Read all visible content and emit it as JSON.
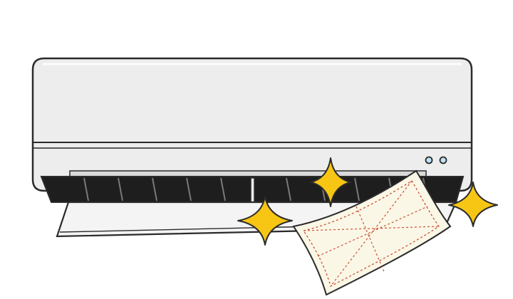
{
  "illustration": {
    "subject": "air-conditioner-cleaning",
    "colors": {
      "background": "#ffffff",
      "unit_body": "#ededed",
      "unit_outline": "#2b2b2b",
      "vent_dark": "#1e1e1e",
      "louver": "#f4f4f4",
      "indicator_light": "#bfe3f5",
      "sparkle_fill": "#f7c514",
      "cloth_fill": "#fbf7e6",
      "cloth_stitch": "#c9442c"
    },
    "icons": {
      "sparkle": "four-point-star-sparkle",
      "indicators": "status-light-dots"
    },
    "indicator_count": 2,
    "sparkle_count": 3
  }
}
